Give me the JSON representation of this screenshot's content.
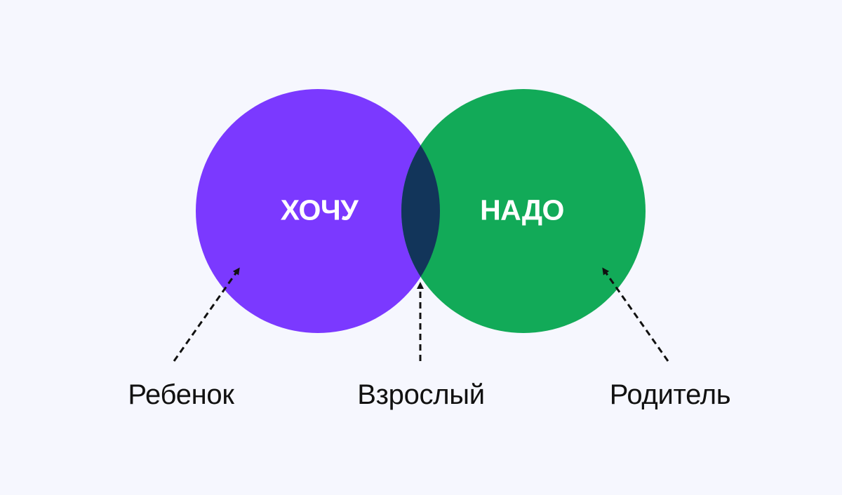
{
  "diagram": {
    "type": "venn",
    "background": "#F6F7FE",
    "sets": [
      {
        "id": "want",
        "label": "ХОЧУ",
        "color": "#7B39FF"
      },
      {
        "id": "need",
        "label": "НАДО",
        "color": "#12AA58"
      }
    ],
    "intersection": {
      "color": "#12355A"
    },
    "annotations": [
      {
        "label": "Ребенок",
        "points_to": "want"
      },
      {
        "label": "Взрослый",
        "points_to": "intersection"
      },
      {
        "label": "Родитель",
        "points_to": "need"
      }
    ],
    "arrow_style": "dashed",
    "arrow_color": "#111111"
  }
}
